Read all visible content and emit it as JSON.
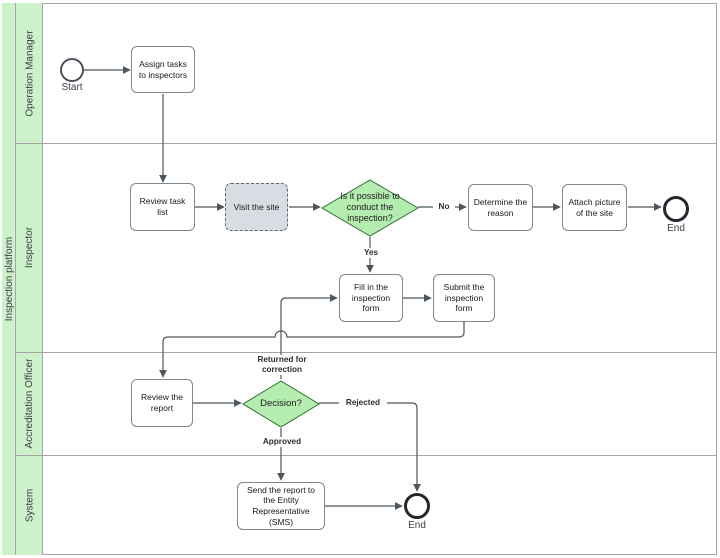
{
  "pool": {
    "label": "Inspection platform"
  },
  "lanes": [
    {
      "label": "Operation Manager"
    },
    {
      "label": "Inspector"
    },
    {
      "label": "Accreditation Officer"
    },
    {
      "label": "System"
    }
  ],
  "nodes": {
    "start": {
      "label": "Start"
    },
    "assign_tasks": {
      "label": "Assign tasks to inspectors"
    },
    "review_task_list": {
      "label": "Review task list"
    },
    "visit_site": {
      "label": "Visit the site"
    },
    "gateway_possible": {
      "label": "Is it possible to conduct the inspection?"
    },
    "determine_reason": {
      "label": "Determine the reason"
    },
    "attach_picture": {
      "label": "Attach picture of the site"
    },
    "end_inspector": {
      "label": "End"
    },
    "fill_form": {
      "label": "Fill in the inspection form"
    },
    "submit_form": {
      "label": "Submit the inspection form"
    },
    "review_report": {
      "label": "Review the report"
    },
    "gateway_decision": {
      "label": "Decision?"
    },
    "send_report": {
      "label": "Send the report to the Entity Representative (SMS)"
    },
    "end_system": {
      "label": "End"
    }
  },
  "edge_labels": {
    "no": "No",
    "yes": "Yes",
    "rejected": "Rejected",
    "approved": "Approved",
    "returned": "Returned for correction"
  },
  "colors": {
    "lane_fill": "#ccf2cb",
    "lane_border": "#a6a6a6",
    "gateway_fill": "#b5ecb0",
    "gateway_stroke": "#2f7032",
    "task_border": "#7e868e",
    "dashed_task_fill": "#d7dde3",
    "connector": "#4e565e",
    "end_event_stroke": "#23282e"
  }
}
